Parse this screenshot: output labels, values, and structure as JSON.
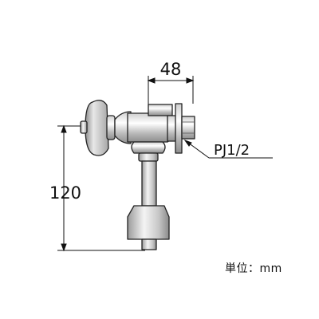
{
  "dimensions": {
    "width_label": "48",
    "height_label": "120",
    "thread_label": "PJ1/2"
  },
  "units": {
    "label": "単位：mm"
  }
}
